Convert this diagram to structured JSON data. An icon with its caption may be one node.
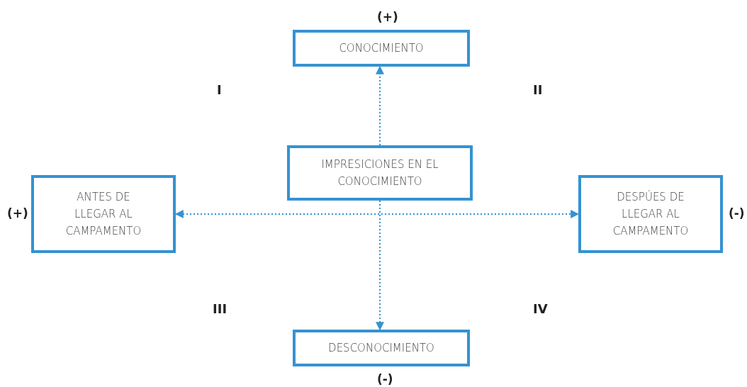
{
  "diagram": {
    "nodes": [
      {
        "text": [
          "CONOCIMIENTO"
        ],
        "beside": [
          "(+)"
        ]
      },
      {
        "text": [
          "IMPRESICIONES EN EL CONOCIMIENTO"
        ]
      },
      {
        "text": [
          "ANTES DE LLEGAR AL CAMPAMENTO"
        ],
        "beside": [
          "(+)"
        ]
      },
      {
        "text": [
          "DESPÚES DE LLEGAR AL CAMPAMENTO"
        ],
        "beside": [
          "(-)"
        ]
      },
      {
        "text": [
          "DESCONOCIMIENTO"
        ],
        "beside": [
          "(-)"
        ]
      }
    ],
    "edges": [
      {
        "from": 1,
        "to": 0,
        "arrow": "to",
        "style": "dashed"
      },
      {
        "from": 2,
        "to": 3,
        "arrow": "both",
        "style": "dashed"
      },
      {
        "from": 1,
        "to": 4,
        "arrow": "to",
        "style": "dashed"
      }
    ],
    "labels": [
      "I",
      "II",
      "III",
      "IV"
    ]
  }
}
